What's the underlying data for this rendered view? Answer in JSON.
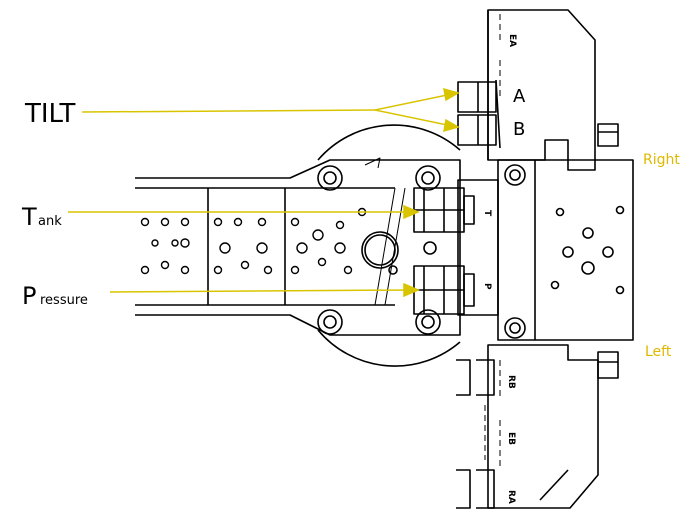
{
  "labels": {
    "tilt": "TILT",
    "tank_big": "T",
    "tank_small": "ank",
    "pressure_big": "P",
    "pressure_small": "ressure",
    "port_a": "A",
    "port_b": "B",
    "right": "Right",
    "left": "Left"
  },
  "markings": {
    "ea": "EA",
    "t": "T",
    "p": "P",
    "rb": "RB",
    "eb": "EB",
    "ra": "RA"
  },
  "colors": {
    "line": "#000000",
    "leader": "#d9c400",
    "accent_text": "#e0b800"
  }
}
